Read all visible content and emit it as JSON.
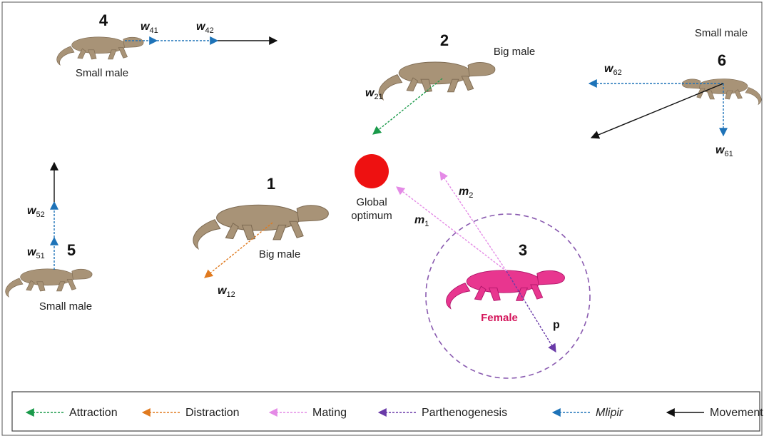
{
  "colors": {
    "attraction": "#1a9a4a",
    "distraction": "#e07a1f",
    "mating": "#e48ae6",
    "parthenogenesis": "#6a3aa8",
    "mlipir": "#1e73b8",
    "movement": "#111111",
    "optimum": "#ee1111",
    "female_label": "#d4145a",
    "male_body": "#a89377",
    "female_body": "#e8368f"
  },
  "agents": [
    {
      "number": "1",
      "label": "Big male"
    },
    {
      "number": "2",
      "label": "Big male"
    },
    {
      "number": "3",
      "label": "Female"
    },
    {
      "number": "4",
      "label": "Small male"
    },
    {
      "number": "5",
      "label": "Small male"
    },
    {
      "number": "6",
      "label": "Small male"
    }
  ],
  "optimum": {
    "label_line1": "Global",
    "label_line2": "optimum"
  },
  "vectors": {
    "w12": {
      "sym": "w",
      "sub": "12"
    },
    "w21": {
      "sym": "w",
      "sub": "21"
    },
    "w41": {
      "sym": "w",
      "sub": "41"
    },
    "w42": {
      "sym": "w",
      "sub": "42"
    },
    "w51": {
      "sym": "w",
      "sub": "51"
    },
    "w52": {
      "sym": "w",
      "sub": "52"
    },
    "w61": {
      "sym": "w",
      "sub": "61"
    },
    "w62": {
      "sym": "w",
      "sub": "62"
    },
    "m1": {
      "sym": "m",
      "sub": "1"
    },
    "m2": {
      "sym": "m",
      "sub": "2"
    },
    "p": {
      "sym": "p"
    }
  },
  "legend": [
    {
      "label": "Attraction",
      "style": "attraction",
      "italic": false
    },
    {
      "label": "Distraction",
      "style": "distraction",
      "italic": false
    },
    {
      "label": "Mating",
      "style": "mating",
      "italic": false
    },
    {
      "label": "Parthenogenesis",
      "style": "parthenogenesis",
      "italic": false
    },
    {
      "label": "Mlipir",
      "style": "mlipir",
      "italic": true
    },
    {
      "label": "Movement",
      "style": "movement",
      "italic": false
    }
  ]
}
